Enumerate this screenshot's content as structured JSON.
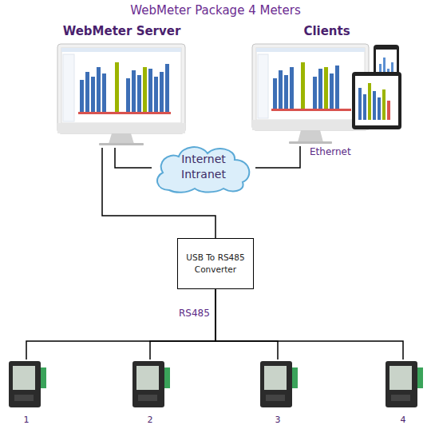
{
  "diagram": {
    "title": "WebMeter Package 4 Meters",
    "nodes": [
      {
        "text": [
          "WebMeter Server"
        ]
      },
      {
        "text": [
          "Clients"
        ]
      },
      {
        "text": [
          "Internet Intranet"
        ]
      },
      {
        "text": [
          "USB To RS485 Converter"
        ]
      },
      {
        "text": [
          "1"
        ]
      },
      {
        "text": [
          "2"
        ]
      },
      {
        "text": [
          "3"
        ]
      },
      {
        "text": [
          "4"
        ]
      }
    ],
    "edges": [
      {
        "from": 0,
        "to": 2,
        "arrow": "none"
      },
      {
        "from": 1,
        "to": 2,
        "label": "Ethernet",
        "arrow": "none"
      },
      {
        "from": 0,
        "to": 3,
        "arrow": "none"
      },
      {
        "from": 3,
        "to": 4,
        "arrow": "none"
      },
      {
        "from": 3,
        "to": 5,
        "arrow": "none"
      },
      {
        "from": 3,
        "to": 6,
        "arrow": "none"
      },
      {
        "from": 3,
        "to": 7,
        "arrow": "none"
      }
    ],
    "labels": [
      "RS485"
    ]
  }
}
